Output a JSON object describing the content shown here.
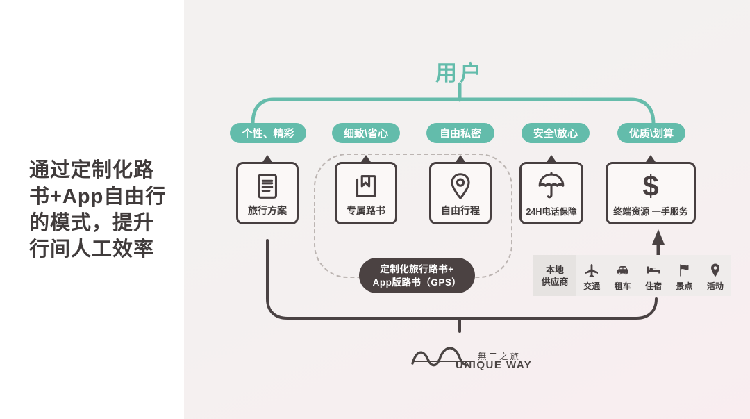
{
  "colors": {
    "teal_accent": "#63bcab",
    "dark_line": "#4a4243",
    "panel_background_top": "#f3f1f0",
    "panel_background_bottom": "#f9edf0"
  },
  "side_text": {
    "lines": [
      "通过定制化路",
      "书+App自由行",
      "的模式，提升",
      "行间人工效率"
    ]
  },
  "header": {
    "title": "用户"
  },
  "pills": [
    {
      "label": "个性、精彩"
    },
    {
      "label": "细致\\省心"
    },
    {
      "label": "自由私密"
    },
    {
      "label": "安全\\放心"
    },
    {
      "label": "优质\\划算"
    }
  ],
  "boxes": [
    {
      "label": "旅行方案",
      "icon": "document-icon"
    },
    {
      "label": "专属路书",
      "icon": "book-icon"
    },
    {
      "label": "自由行程",
      "icon": "location-pin-icon"
    },
    {
      "label": "24H电话保障",
      "icon": "umbrella-icon"
    },
    {
      "label": "终端资源 一手服务",
      "icon": "dollar-icon",
      "glyph": "$"
    }
  ],
  "center_pill": {
    "line1": "定制化旅行路书+",
    "line2": "App版路书（GPS）"
  },
  "supplier": {
    "label_line1": "本地",
    "label_line2": "供应商",
    "items": [
      {
        "label": "交通",
        "icon": "plane-icon"
      },
      {
        "label": "租车",
        "icon": "car-icon"
      },
      {
        "label": "住宿",
        "icon": "bed-icon"
      },
      {
        "label": "景点",
        "icon": "flag-icon"
      },
      {
        "label": "活动",
        "icon": "pin-icon"
      }
    ]
  },
  "logo": {
    "cn": "無二之旅",
    "en": "UNIQUE WAY"
  }
}
